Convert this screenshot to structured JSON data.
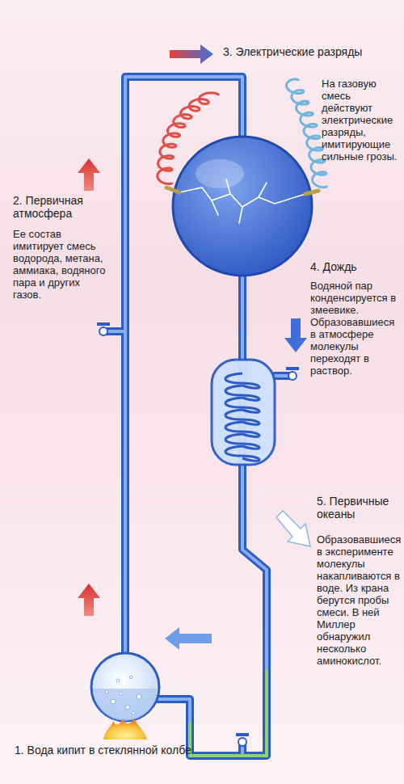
{
  "diagram": {
    "labels": [
      "3. Электрические разряды",
      "На газовую смесь действуют электрические разряды, имитирующие сильные грозы.",
      "2. Первичная атмосфера",
      "Ее состав имитирует смесь водорода, метана, аммиака, водяного пара и других газов.",
      "4. Дождь",
      "Водяной пар конденсируется в змеевике. Образовавшиеся в атмосфере молекулы переходят в раствор.",
      "5. Первичные океаны",
      "Образовавшиеся в эксперименте молекулы накапливаются в воде. Из крана берутся пробы смеси. В ней Миллер обнаружил несколько аминокислот.",
      "1. Вода кипит в стеклянной колбе"
    ]
  }
}
